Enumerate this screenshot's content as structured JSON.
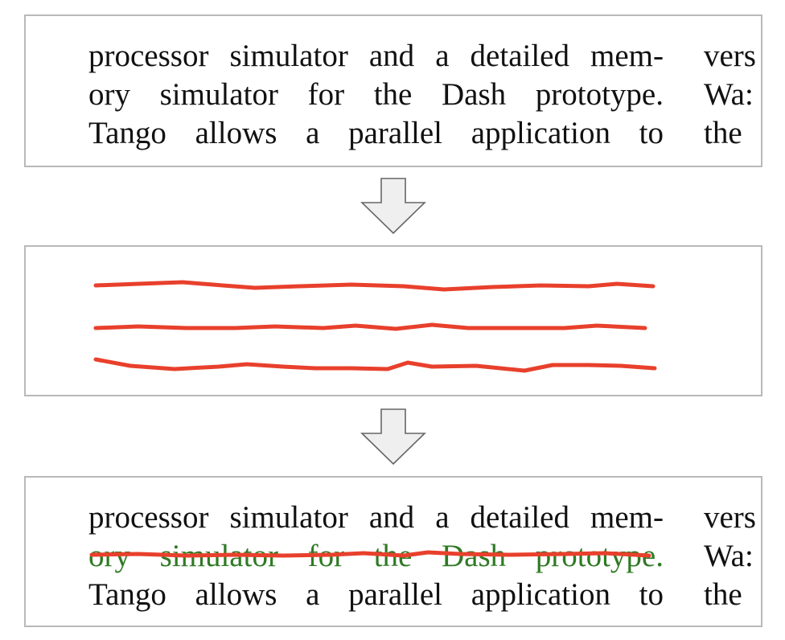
{
  "source_text": {
    "main_lines": [
      "processor simulator and a detailed mem-",
      "ory simulator for the Dash prototype.",
      "Tango allows a parallel application to"
    ],
    "side_lines": [
      "vers",
      "Wa:",
      "the"
    ]
  },
  "result_text": {
    "main_lines": [
      "processor simulator and a detailed mem-",
      "ory simulator for the Dash prototype.",
      "Tango allows a parallel application to"
    ],
    "side_lines": [
      "vers",
      "Wa:",
      "the"
    ],
    "struck_line_index": 1
  },
  "colors": {
    "stroke": "#e8402c",
    "struck_text": "#2f7a24",
    "panel_border": "#b9b9b9",
    "arrow_fill": "#efefef",
    "arrow_border": "#666666"
  }
}
